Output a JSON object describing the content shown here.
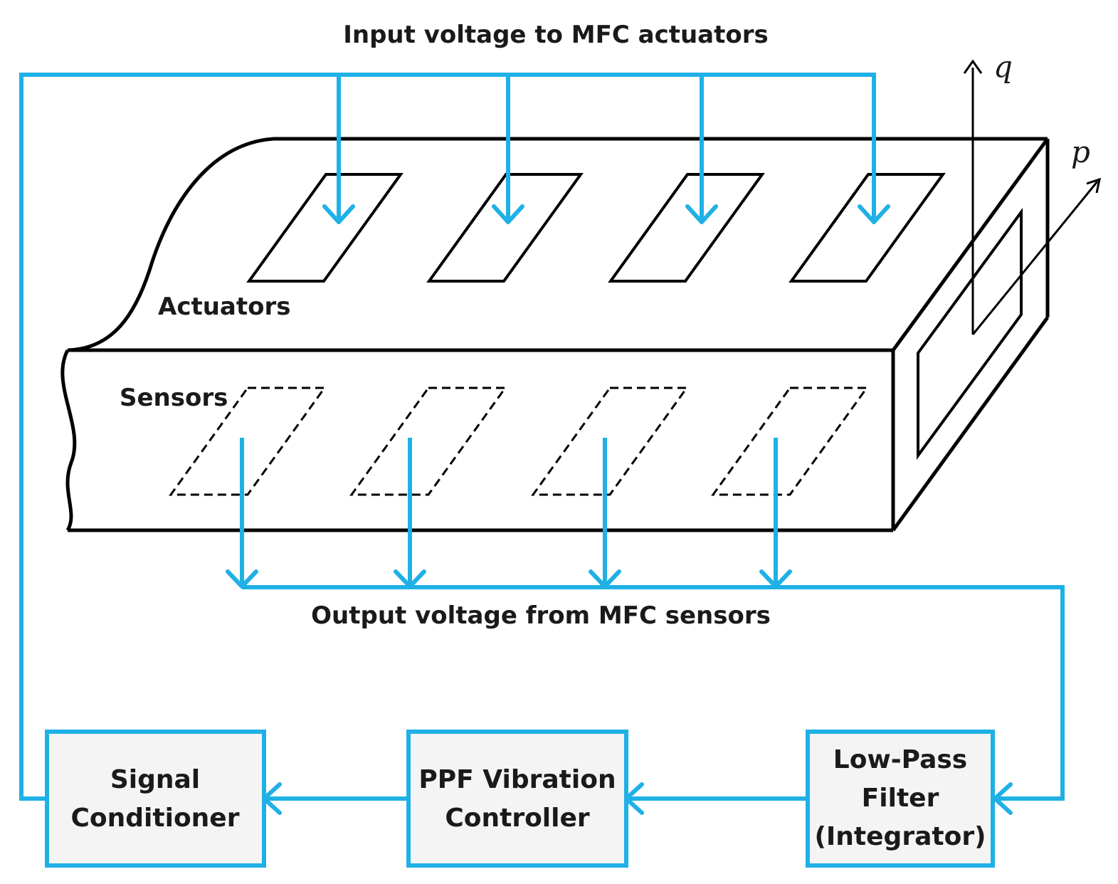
{
  "title": "Input voltage to MFC actuators",
  "output_label": "Output voltage from MFC sensors",
  "actuators_label": "Actuators",
  "sensors_label": "Sensors",
  "axes": {
    "q": "q",
    "p": "p"
  },
  "blocks": {
    "signal_conditioner": [
      "Signal",
      "Conditioner"
    ],
    "ppf_controller": [
      "PPF Vibration",
      "Controller"
    ],
    "low_pass_filter": [
      "Low-Pass",
      "Filter",
      "(Integrator)"
    ]
  },
  "colors": {
    "wire": "#1fb0e6",
    "outline": "#000000",
    "box_fill": "#f4f4f4"
  }
}
